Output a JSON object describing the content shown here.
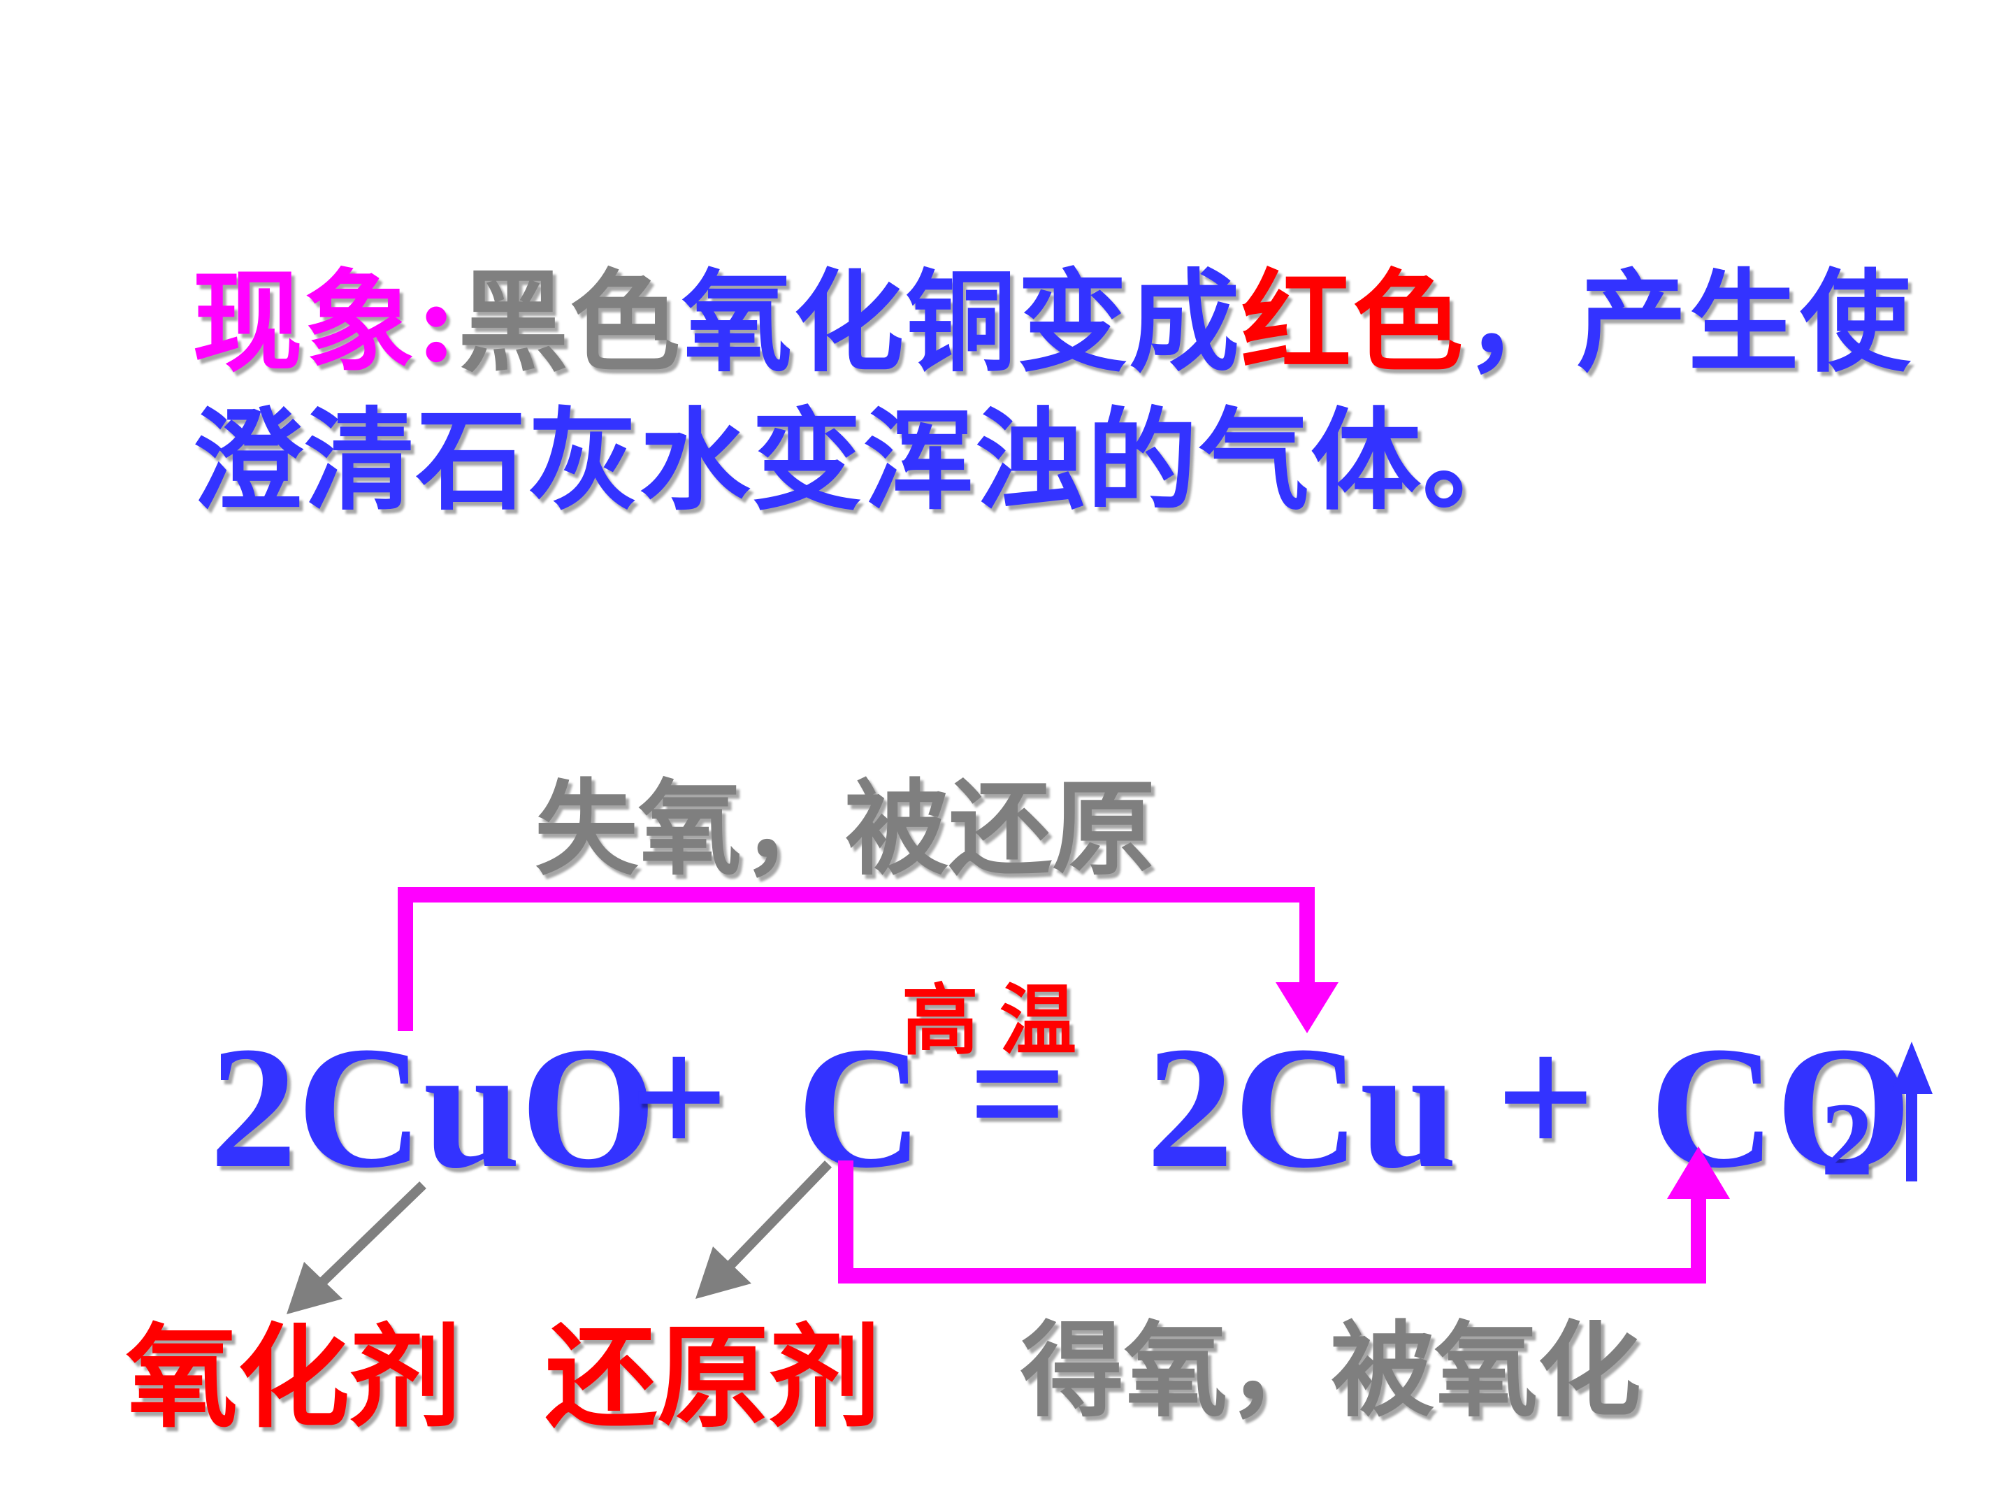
{
  "phenomenon": {
    "label": "现象:",
    "line1_black": "黑色",
    "line1_blue_a": "氧化铜变成",
    "line1_red": "红色",
    "line1_blue_b": "，产生使",
    "line2": "澄清石灰水变浑浊的气体。"
  },
  "equation": {
    "reactant1": "2CuO",
    "plus1": "+",
    "reactant2": "C",
    "equals": "=",
    "product1": "2Cu",
    "plus2": "+",
    "product2": "CO",
    "subscript": "2",
    "condition": "高温",
    "gas_arrow": "↑"
  },
  "annotations": {
    "top_label": "失氧，被还原",
    "bottom_label": "得氧，被氧化",
    "oxidant": "氧化剂",
    "reductant": "还原剂"
  },
  "colors": {
    "label_magenta": "#ff00ff",
    "blue": "#3333ff",
    "red": "#ff0000",
    "grey": "#808080",
    "bracket_magenta": "#ff00ff",
    "pointer_grey": "#7f7f7f"
  }
}
